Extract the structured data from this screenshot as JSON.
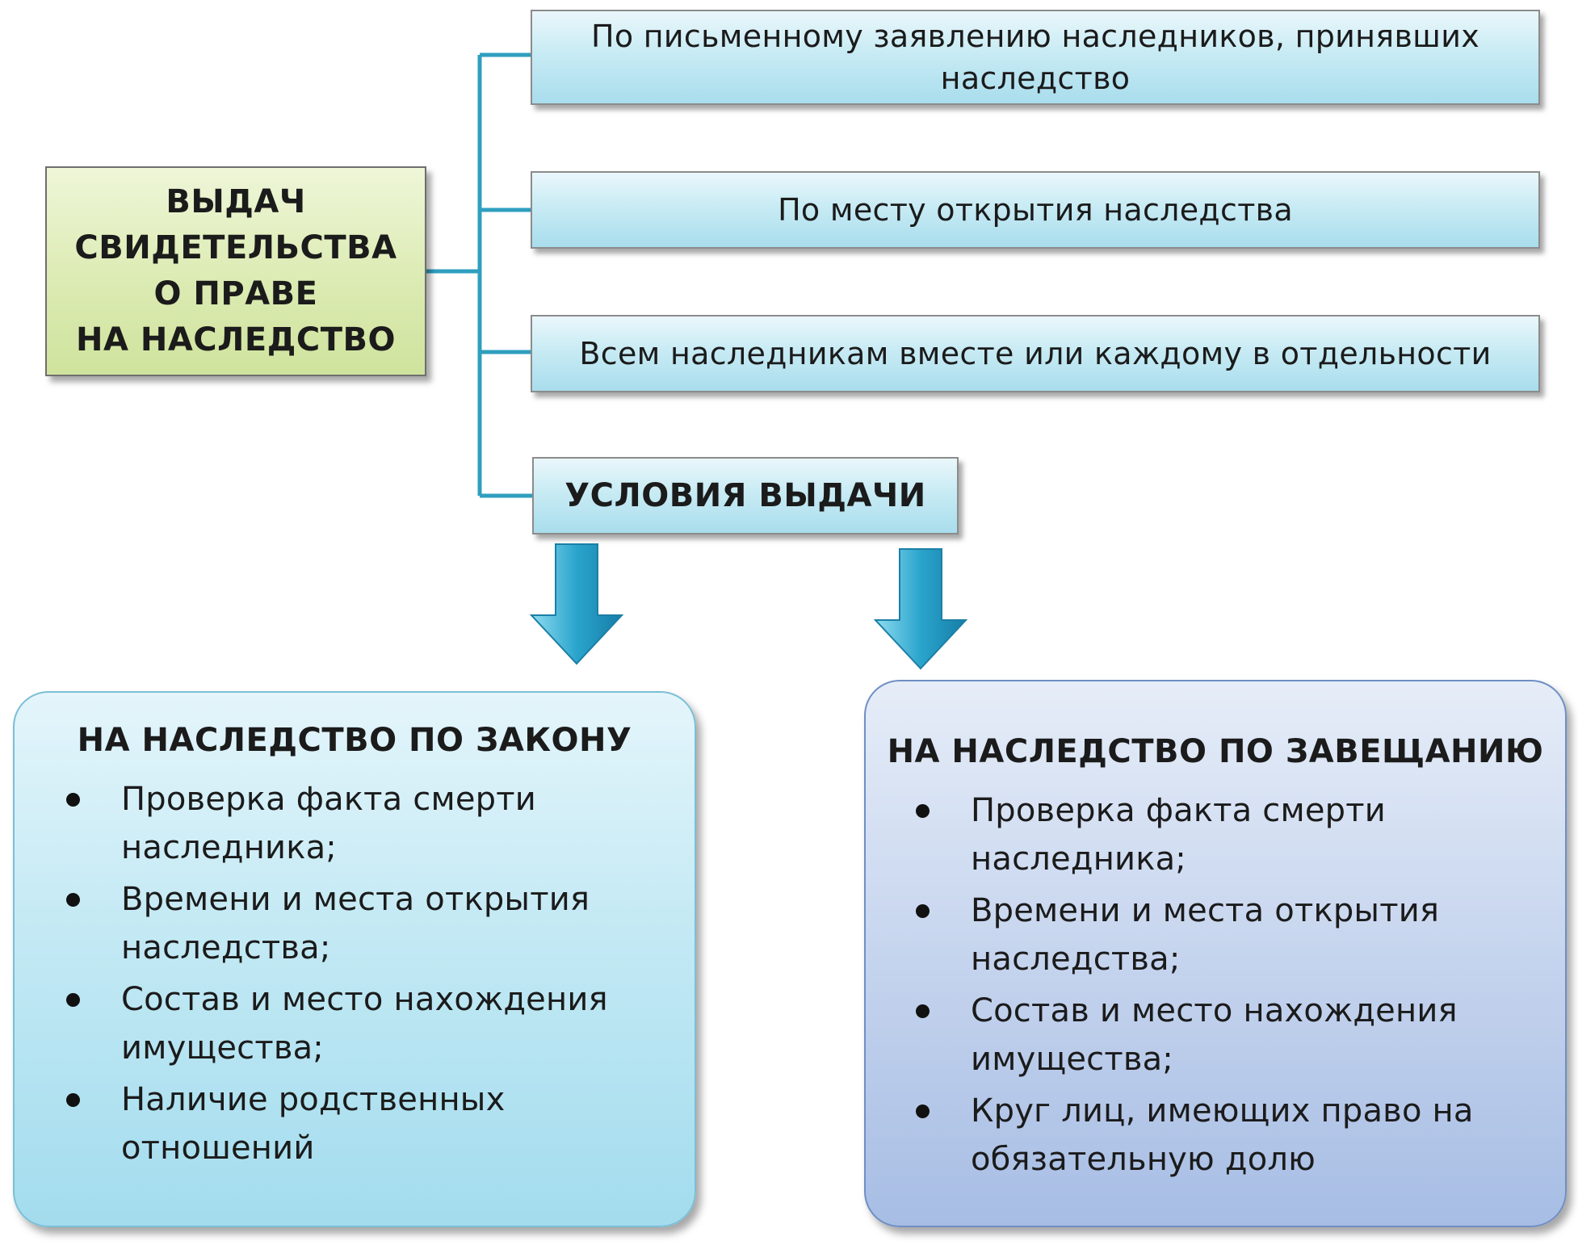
{
  "main": {
    "lines": [
      "ВЫДАЧ",
      "СВИДЕТЕЛЬСТВА",
      "О ПРАВЕ",
      "НА НАСЛЕДСТВО"
    ]
  },
  "branches": [
    "По письменному заявлению наследников, принявших наследство",
    "По месту открытия наследства",
    "Всем наследникам вместе или каждому в отдельности"
  ],
  "conditions": {
    "label": "УСЛОВИЯ ВЫДАЧИ"
  },
  "panels": {
    "law": {
      "title": "НА НАСЛЕДСТВО ПО ЗАКОНУ",
      "items": [
        "Проверка факта смерти наследника;",
        "Времени и места открытия наследства;",
        "Состав и место нахождения имущества;",
        "Наличие родственных отношений"
      ]
    },
    "will": {
      "title": "НА НАСЛЕДСТВО ПО ЗАВЕЩАНИЮ",
      "items": [
        "Проверка факта смерти наследника;",
        "Времени и места открытия наследства;",
        "Состав и место нахождения имущества;",
        "Круг лиц, имеющих право на обязательную долю"
      ]
    }
  },
  "colors": {
    "connector": "#2f9fbf",
    "arrow": "#2a9fc6",
    "main_box": "#dcebb3",
    "branch_box": "#c8ebf4",
    "panel_law": "#c3e9f4",
    "panel_will": "#c9d7ef"
  }
}
